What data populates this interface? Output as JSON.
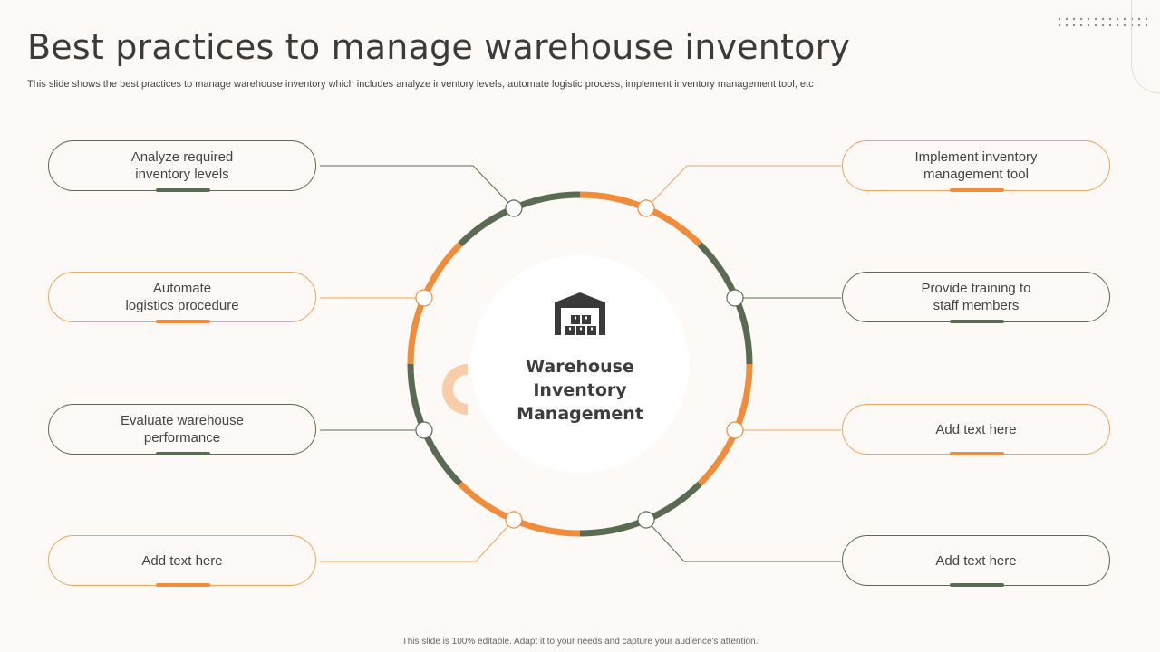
{
  "header": {
    "title": "Best practices to manage warehouse inventory",
    "subtitle": "This slide shows the best practices to manage warehouse inventory which includes analyze inventory levels, automate logistic process, implement inventory management tool, etc"
  },
  "center": {
    "label": "Warehouse\nInventory\nManagement",
    "icon": "warehouse-icon"
  },
  "items_left": [
    {
      "label": "Analyze  required\ninventory  levels"
    },
    {
      "label": "Automate\nlogistics procedure"
    },
    {
      "label": "Evaluate warehouse\nperformance"
    },
    {
      "label": "Add text here"
    }
  ],
  "items_right": [
    {
      "label": "Implement  inventory\nmanagement tool"
    },
    {
      "label": "Provide training to\nstaff members"
    },
    {
      "label": "Add text here"
    },
    {
      "label": "Add text here"
    }
  ],
  "footer": "This slide is 100% editable.  Adapt it to your needs and capture your audience's attention.",
  "colors": {
    "green": "#596b52",
    "orange": "#f08c3a",
    "light_orange": "#f0a55c",
    "background": "#fdf9f6"
  }
}
